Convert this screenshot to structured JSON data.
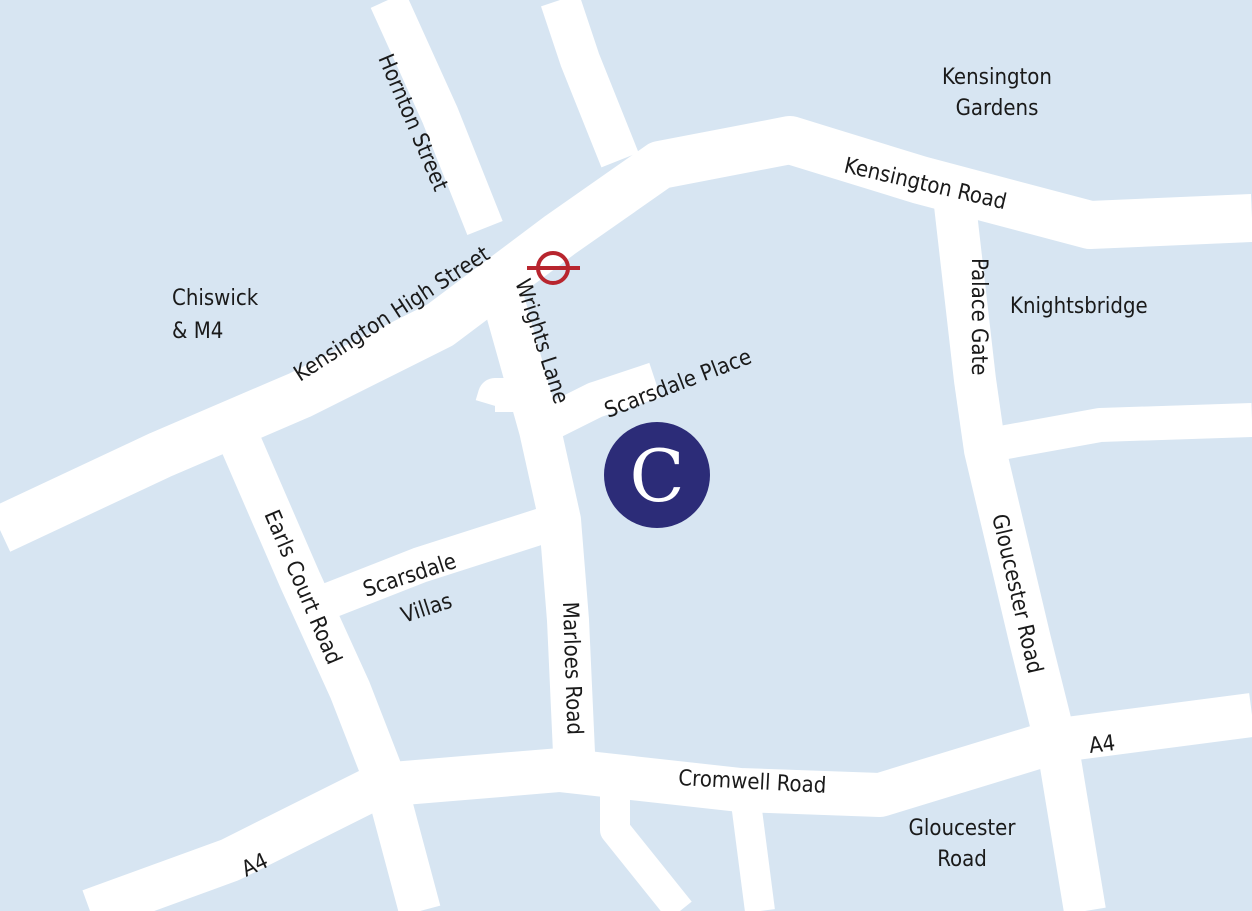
{
  "map": {
    "colors": {
      "land": "#d7e5f2",
      "road": "#ffffff",
      "text": "#1a1a1a",
      "underground": "#b8252e",
      "logo": "#2c2c78"
    },
    "roads": {
      "hornton_street": "Hornton Street",
      "kensington_high_street": "Kensington High Street",
      "kensington_road": "Kensington Road",
      "wrights_lane": "Wrights Lane",
      "scarsdale_place": "Scarsdale Place",
      "palace_gate": "Palace Gate",
      "scarsdale_villas_line1": "Scarsdale",
      "scarsdale_villas_line2": "Villas",
      "earls_court_road": "Earls Court Road",
      "marloes_road": "Marloes Road",
      "gloucester_road": "Gloucester Road",
      "cromwell_road": "Cromwell Road",
      "a4_east": "A4",
      "a4_west": "A4"
    },
    "areas": {
      "kensington_gardens_line1": "Kensington",
      "kensington_gardens_line2": "Gardens",
      "chiswick_line1": "Chiswick",
      "chiswick_line2": "& M4",
      "knightsbridge": "Knightsbridge",
      "gloucester_road_area_line1": "Gloucester",
      "gloucester_road_area_line2": "Road"
    },
    "markers": {
      "underground_icon": "underground-roundel-icon",
      "logo_letter": "C"
    }
  }
}
